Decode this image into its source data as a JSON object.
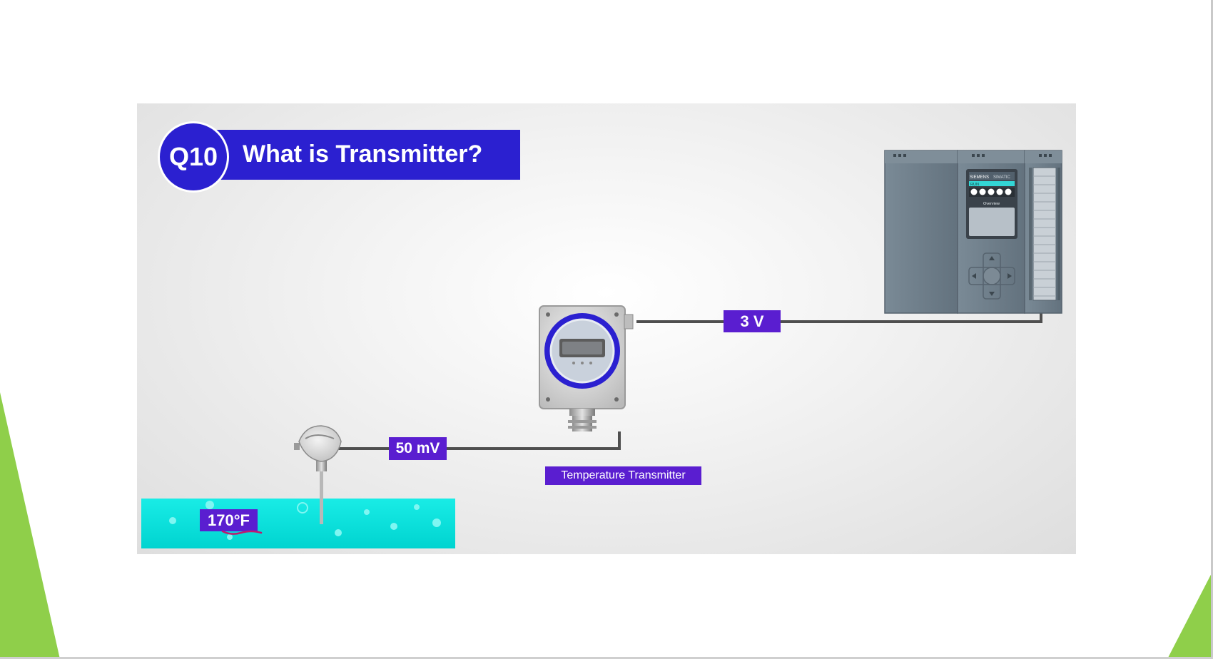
{
  "title": {
    "badge": "Q10",
    "question": "What is Transmitter?"
  },
  "labels": {
    "plc_signal": "3 V",
    "sensor_signal": "50 mV",
    "transmitter_name": "Temperature Transmitter",
    "process_temperature": "170°F"
  },
  "plc_display": {
    "brand": "SIEMENS",
    "model": "SIMATIC",
    "status": "RUN",
    "menu": "Overview"
  },
  "colors": {
    "title_blue": "#2b20d0",
    "tag_purple": "#5a1ed0",
    "liquid_cyan": "#00e6e0",
    "accent_green": "#8fcf4a",
    "plc_gray": "#6f7f8c"
  }
}
